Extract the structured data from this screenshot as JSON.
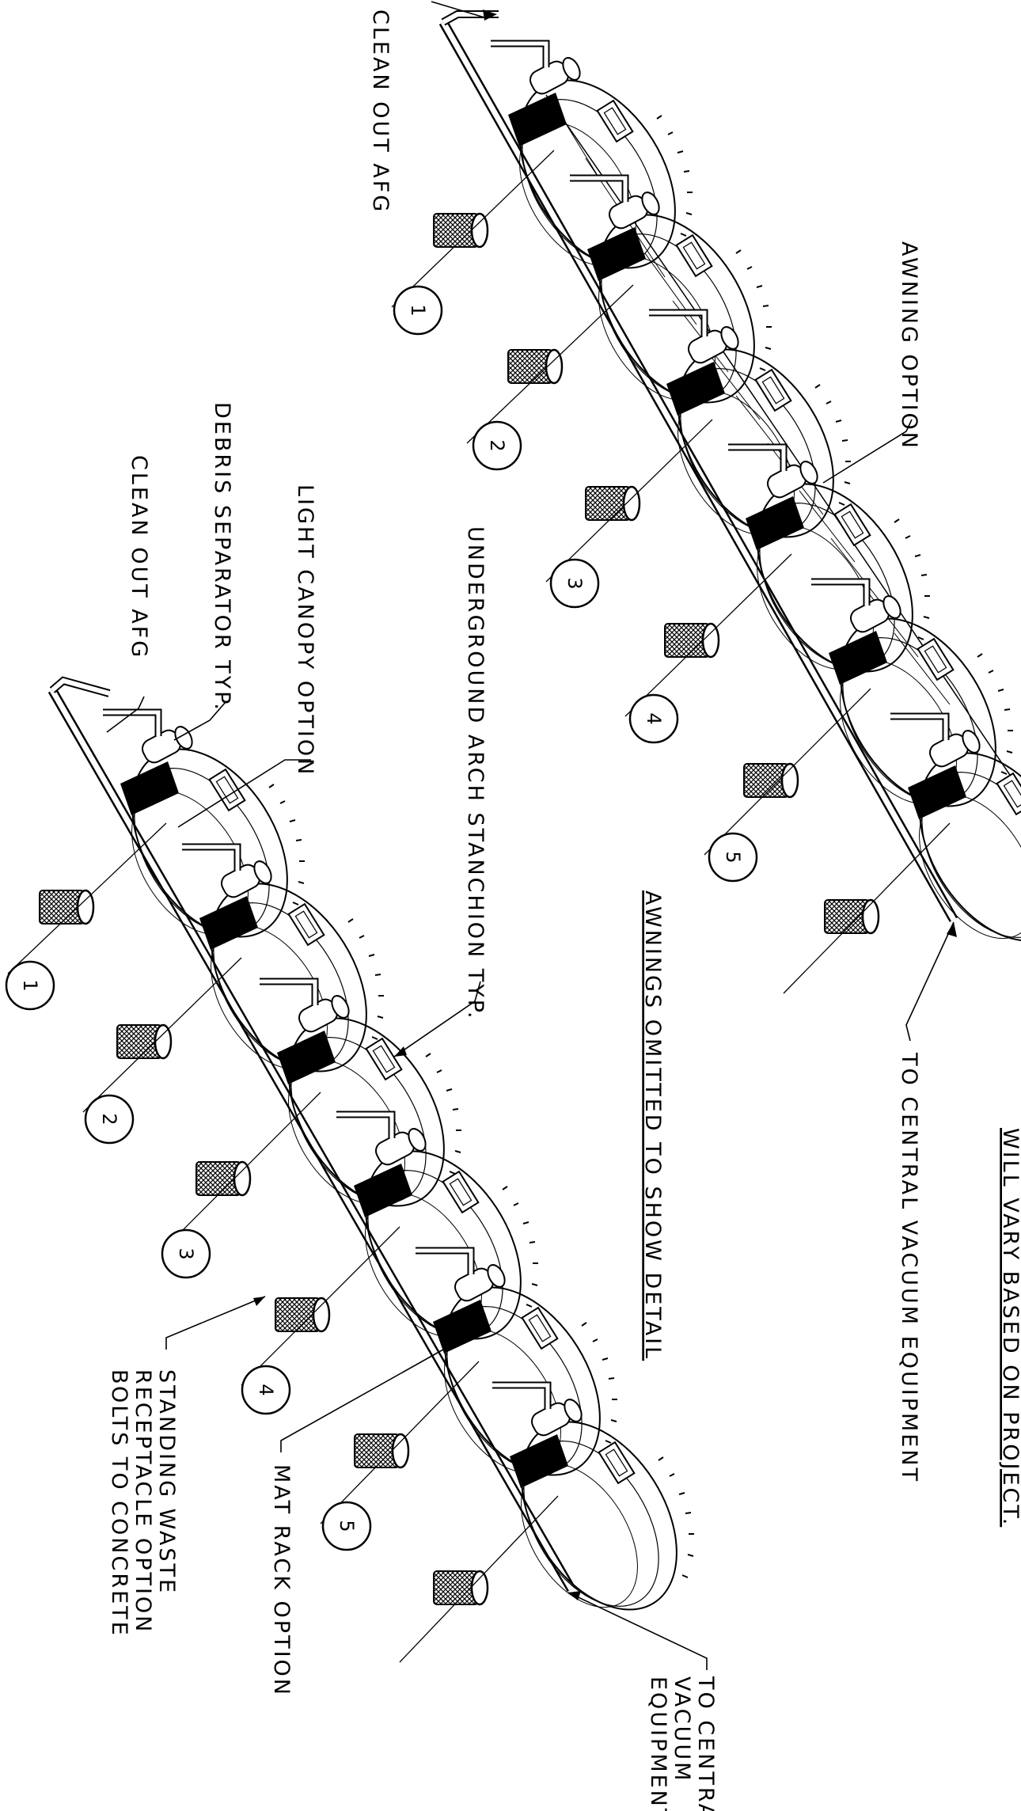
{
  "labels": {
    "top_note": "WILL VARY BASED ON PROJECT.",
    "awning_option": "AWNING OPTION",
    "to_central_vacuum_top": "TO CENTRAL VACUUM EQUIPMENT",
    "awnings_omitted": "AWNINGS OMITTED TO SHOW DETAIL",
    "underground_arch": "UNDERGROUND ARCH STANCHION TYP.",
    "light_canopy": "LIGHT CANOPY OPTION",
    "debris_separator": "DEBRIS SEPARATOR TYP.",
    "clean_out_top": "CLEAN OUT AFG",
    "clean_out_bottom": "CLEAN OUT AFG",
    "standing_waste": [
      "STANDING WASTE",
      "RECEPTACLE OPTION",
      "BOLTS TO CONCRETE"
    ],
    "mat_rack": "MAT RACK OPTION",
    "to_central_vacuum_bottom": [
      "TO CENTRAL",
      "VACUUM",
      "EQUIPMENT"
    ]
  },
  "bubbles_top": [
    "1",
    "2",
    "3",
    "4",
    "5"
  ],
  "bubbles_bottom": [
    "1",
    "2",
    "3",
    "4",
    "5"
  ]
}
